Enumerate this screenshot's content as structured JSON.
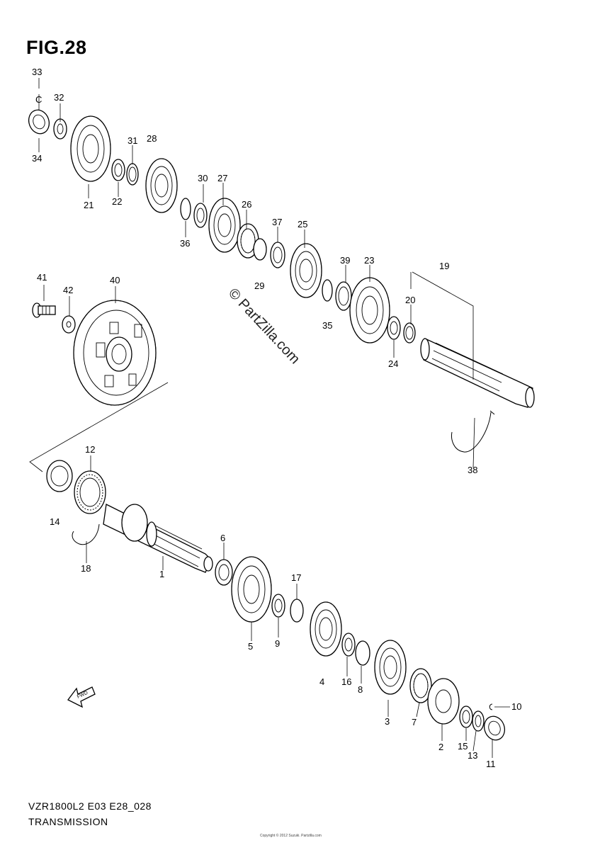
{
  "figure": {
    "title": "FIG.28",
    "code": "VZR1800L2 E03 E28_028",
    "name": "TRANSMISSION",
    "watermark": "© PartZilla.com",
    "small_print": "Copyright © 2012 Suzuki. Partzilla.com"
  },
  "part_numbers": [
    "1",
    "2",
    "3",
    "4",
    "5",
    "6",
    "7",
    "8",
    "9",
    "10",
    "11",
    "12",
    "13",
    "14",
    "15",
    "16",
    "17",
    "18",
    "19",
    "20",
    "21",
    "22",
    "23",
    "24",
    "25",
    "26",
    "27",
    "28",
    "29",
    "30",
    "31",
    "32",
    "33",
    "34",
    "35",
    "36",
    "37",
    "38",
    "39",
    "40",
    "41",
    "42"
  ],
  "icons": {
    "direction_arrow": "fwd-arrow-icon"
  }
}
